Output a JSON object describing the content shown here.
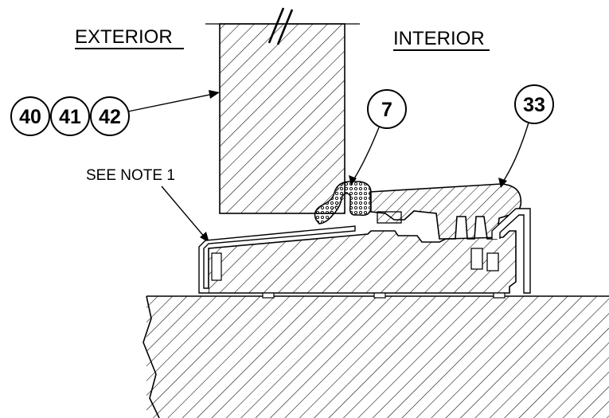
{
  "labels": {
    "exterior": "EXTERIOR",
    "interior": "INTERIOR",
    "note": "SEE NOTE 1"
  },
  "callouts": {
    "c40": "40",
    "c41": "41",
    "c42": "42",
    "c7": "7",
    "c33": "33"
  },
  "colors": {
    "ink": "#000000",
    "background": "#ffffff"
  }
}
